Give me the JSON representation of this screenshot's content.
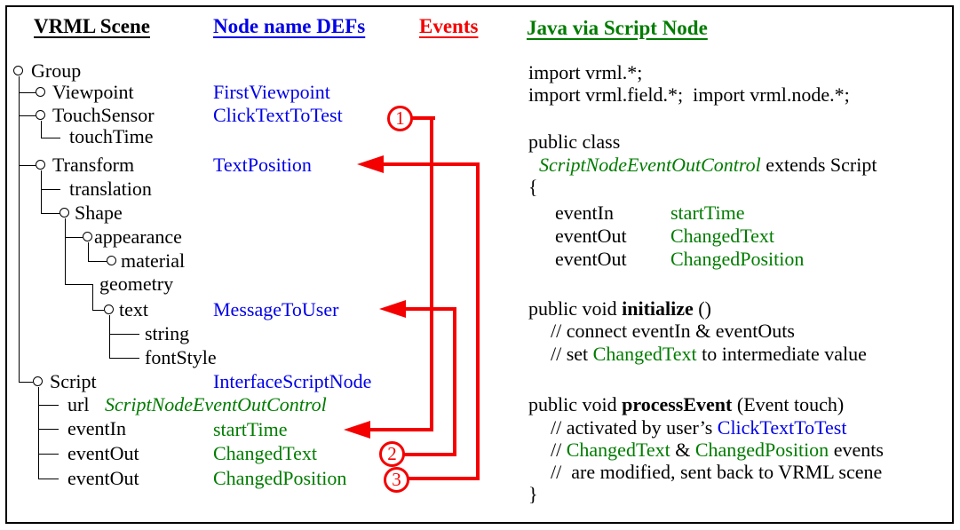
{
  "colors": {
    "black": "#000000",
    "blue": "#0000e6",
    "green": "#007c00",
    "red": "#f40000",
    "background": "#ffffff"
  },
  "headers": {
    "vrml_scene": "VRML Scene",
    "node_name_defs": "Node name DEFs",
    "events": "Events",
    "java_via_script_node": "Java via Script Node"
  },
  "tree": {
    "group": "Group",
    "viewpoint": "Viewpoint",
    "touch_sensor": "TouchSensor",
    "touch_time": "touchTime",
    "transform": "Transform",
    "translation": "translation",
    "shape": "Shape",
    "appearance": "appearance",
    "material": "material",
    "geometry": "geometry",
    "text": "text",
    "string": "string",
    "font_style": "fontStyle",
    "script": "Script",
    "url": "url",
    "event_in": "eventIn",
    "event_out": "eventOut"
  },
  "defs": {
    "first_viewpoint": "FirstViewpoint",
    "click_text_to_test": "ClickTextToTest",
    "text_position": "TextPosition",
    "message_to_user": "MessageToUser",
    "interface_script_node": "InterfaceScriptNode"
  },
  "script_interface": {
    "url_value": "ScriptNodeEventOutControl",
    "event_in_value": "startTime",
    "event_out1_value": "ChangedText",
    "event_out2_value": "ChangedPosition"
  },
  "event_badges": {
    "b1": "1",
    "b2": "2",
    "b3": "3"
  },
  "java": {
    "import1": "import vrml.*;",
    "import2": "import vrml.field.*;  import vrml.node.*;",
    "public_class": "public class",
    "class_name": "ScriptNodeEventOutControl",
    "class_extends": " extends Script",
    "open_brace": "{",
    "event_in_label": "eventIn",
    "event_out_label": "eventOut",
    "event_in_value": "startTime",
    "event_out1_value": "ChangedText",
    "event_out2_value": "ChangedPosition",
    "initialize_prefix": "public void ",
    "initialize_name": "initialize",
    "initialize_suffix": " ()",
    "init_comment1": "// connect eventIn & eventOuts",
    "init_comment2_pre": "// set ",
    "init_comment2_name": "ChangedText",
    "init_comment2_post": " to intermediate value",
    "process_prefix": "public void ",
    "process_name": "processEvent",
    "process_suffix": " (Event touch)",
    "proc_comment1_pre": "// activated by user’s ",
    "proc_comment1_name": "ClickTextToTest",
    "proc_comment2_pre": "// ",
    "proc_comment2_name1": "ChangedText",
    "proc_comment2_mid": " & ",
    "proc_comment2_name2": "ChangedPosition",
    "proc_comment2_post": " events",
    "proc_comment3": "//  are modified, sent back to VRML scene",
    "close_brace": "}"
  }
}
